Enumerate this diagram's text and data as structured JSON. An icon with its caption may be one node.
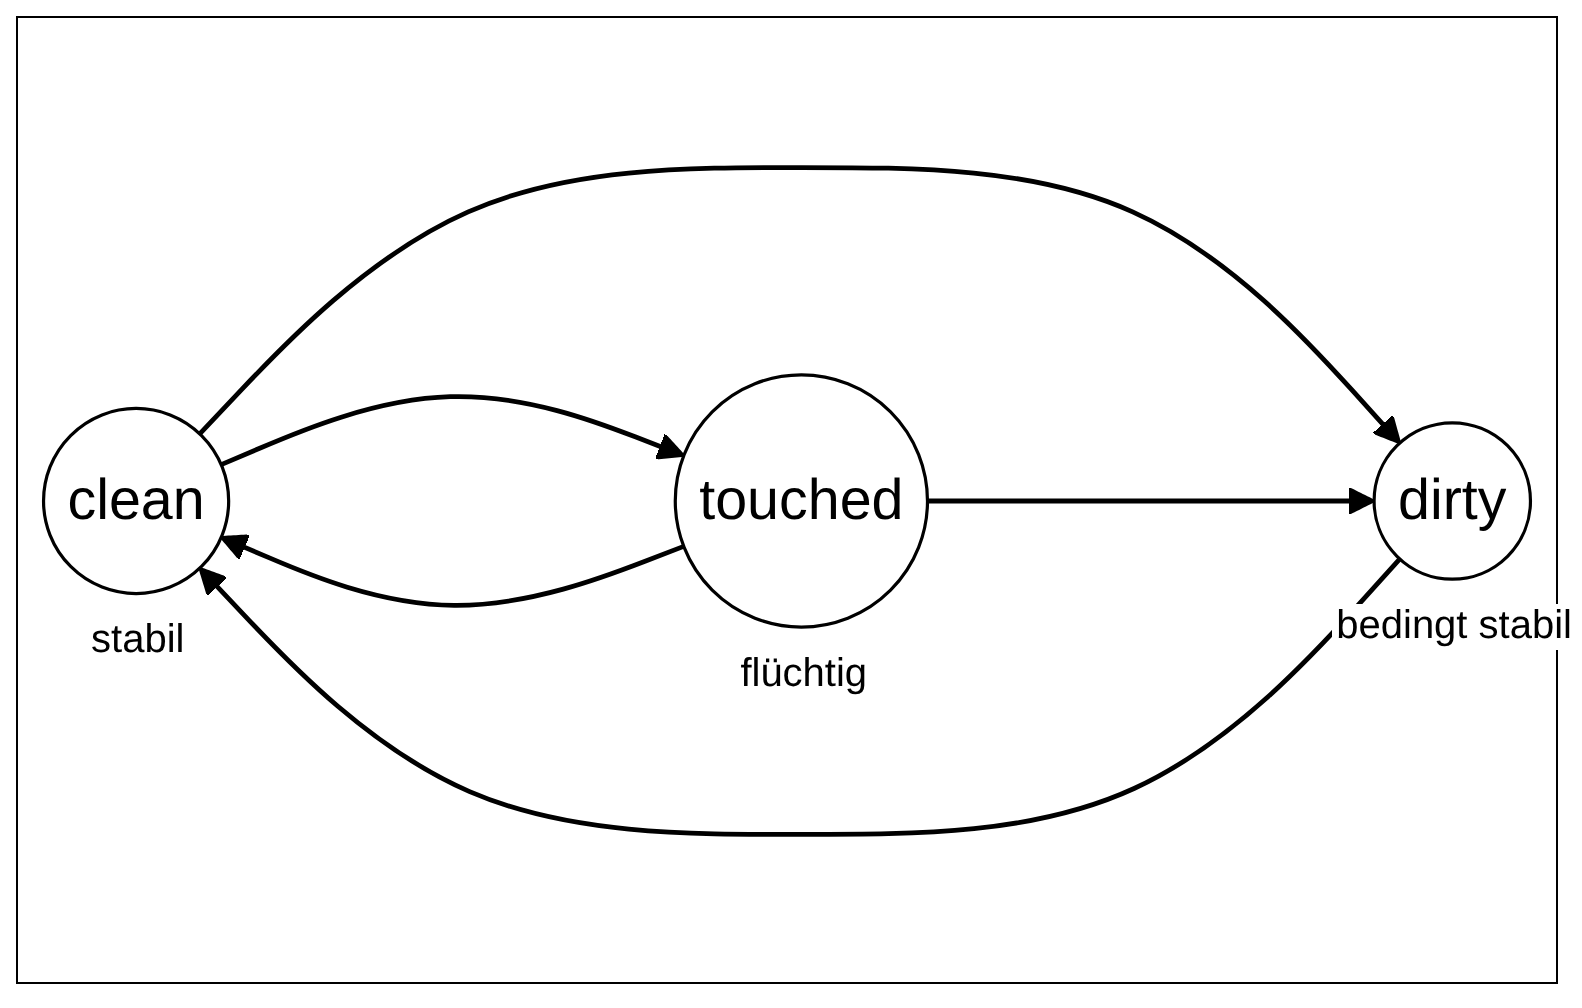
{
  "diagram": {
    "nodes": [
      {
        "text": [
          "clean"
        ],
        "beside": [
          "stabil"
        ]
      },
      {
        "text": [
          "touched"
        ],
        "beside": [
          "flüchtig"
        ]
      },
      {
        "text": [
          "dirty"
        ],
        "beside": [
          "bedingt stabil"
        ]
      }
    ],
    "edges": [
      {
        "from": 1,
        "to": 0,
        "arrow": "to"
      },
      {
        "from": 0,
        "to": 1,
        "arrow": "to"
      },
      {
        "from": 0,
        "to": 2,
        "arrow": "to"
      },
      {
        "from": 2,
        "to": 0,
        "arrow": "to"
      },
      {
        "from": 1,
        "to": 2,
        "arrow": "to"
      }
    ]
  }
}
